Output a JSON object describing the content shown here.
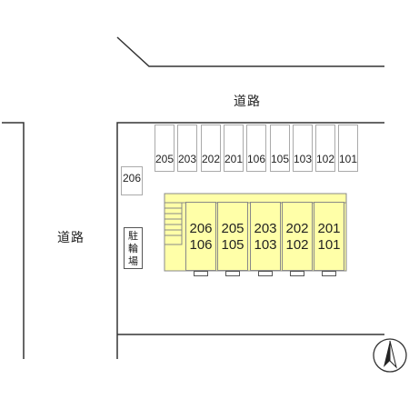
{
  "roads": {
    "top_label": "道路",
    "left_label": "道路"
  },
  "parking": {
    "row": [
      "205",
      "203",
      "202",
      "201",
      "106",
      "105",
      "103",
      "102",
      "101"
    ],
    "side": "206"
  },
  "bicycle_parking": {
    "label_chars": [
      "駐",
      "輪",
      "場"
    ]
  },
  "building": {
    "units": [
      {
        "upper": "206",
        "lower": "106"
      },
      {
        "upper": "205",
        "lower": "105"
      },
      {
        "upper": "203",
        "lower": "103"
      },
      {
        "upper": "202",
        "lower": "102"
      },
      {
        "upper": "201",
        "lower": "101"
      }
    ],
    "fill_color": "#ffffa8"
  },
  "compass": {
    "icon": "north-arrow-icon"
  }
}
